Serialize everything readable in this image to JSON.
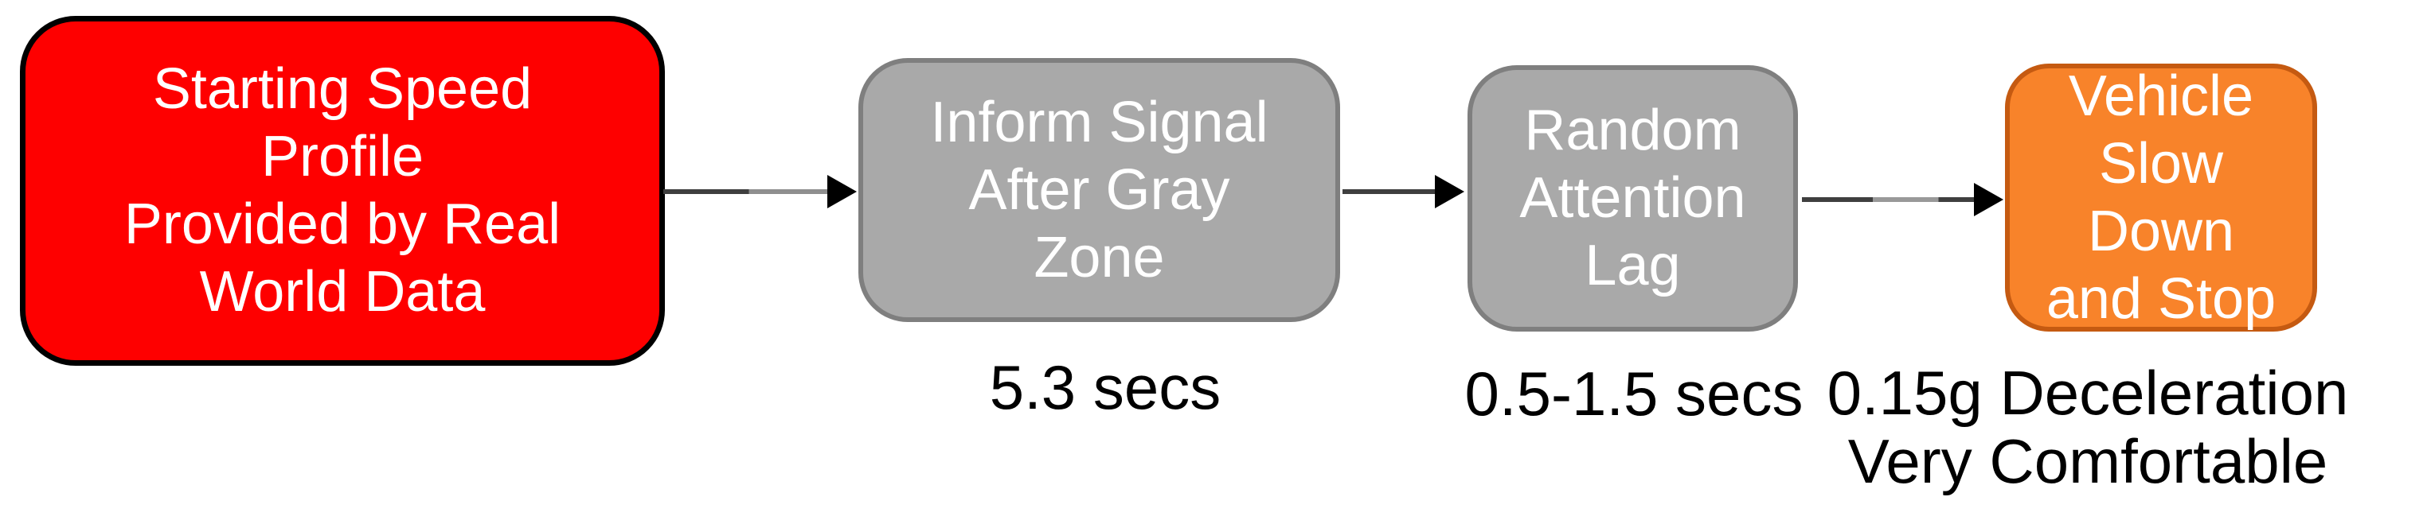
{
  "diagram": {
    "type": "flowchart",
    "background": "#ffffff",
    "nodes": [
      {
        "id": "starting-speed",
        "lines": [
          "Starting Speed",
          "Profile",
          "Provided by Real",
          "World Data"
        ],
        "fill": "#fe0000",
        "border": "#000000",
        "text_color": "#ffffff"
      },
      {
        "id": "inform-signal",
        "lines": [
          "Inform Signal",
          "After Gray",
          "Zone"
        ],
        "fill": "#a9a9a9",
        "border": "#7f7f7f",
        "text_color": "#ffffff"
      },
      {
        "id": "random-attention-lag",
        "lines": [
          "Random",
          "Attention",
          "Lag"
        ],
        "fill": "#a9a9a9",
        "border": "#7f7f7f",
        "text_color": "#ffffff"
      },
      {
        "id": "vehicle-slow-down",
        "lines": [
          "Vehicle",
          "Slow",
          "Down",
          "and Stop"
        ],
        "fill": "#f8832a",
        "border": "#c55a11",
        "text_color": "#ffffff"
      }
    ],
    "arrows": [
      {
        "from": "starting-speed",
        "to": "inform-signal",
        "line_color": "#3f3f3f",
        "head_color": "#000000"
      },
      {
        "from": "inform-signal",
        "to": "random-attention-lag",
        "line_color": "#3f3f3f",
        "head_color": "#000000"
      },
      {
        "from": "random-attention-lag",
        "to": "vehicle-slow-down",
        "line_color": "#3f3f3f",
        "head_color": "#000000"
      }
    ],
    "labels": [
      {
        "under": "inform-signal",
        "lines": [
          "5.3 secs"
        ]
      },
      {
        "under": "random-attention-lag",
        "lines": [
          "0.5-1.5 secs"
        ]
      },
      {
        "under": "vehicle-slow-down",
        "lines": [
          "0.15g Deceleration",
          "Very Comfortable"
        ]
      }
    ],
    "label_color": "#000000"
  }
}
